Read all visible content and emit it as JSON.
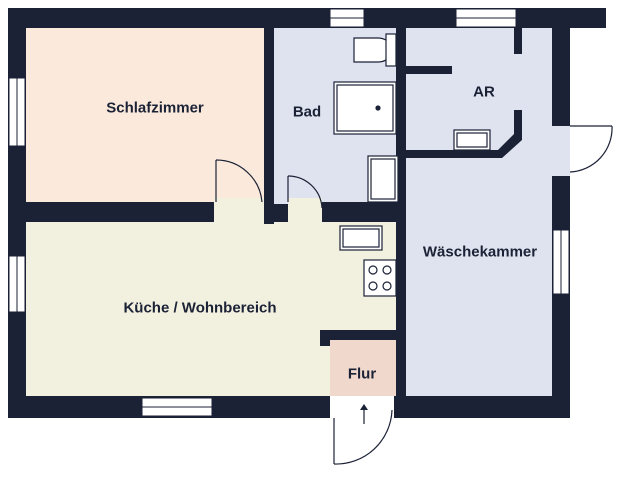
{
  "rooms": {
    "schlafzimmer": {
      "label": "Schlafzimmer",
      "color": "#fbeadc"
    },
    "bad": {
      "label": "Bad",
      "color": "#dfe3ef"
    },
    "ar": {
      "label": "AR",
      "color": "#dfe3ef"
    },
    "kueche": {
      "label": "Küche / Wohnbereich",
      "color": "#f2f0df"
    },
    "waesche": {
      "label": "Wäschekammer",
      "color": "#dfe3ef"
    },
    "flur": {
      "label": "Flur",
      "color": "#f0d8cc"
    }
  },
  "colors": {
    "wall": "#1b2236",
    "window": "#ffffff",
    "fixture_stroke": "#1b2236"
  }
}
